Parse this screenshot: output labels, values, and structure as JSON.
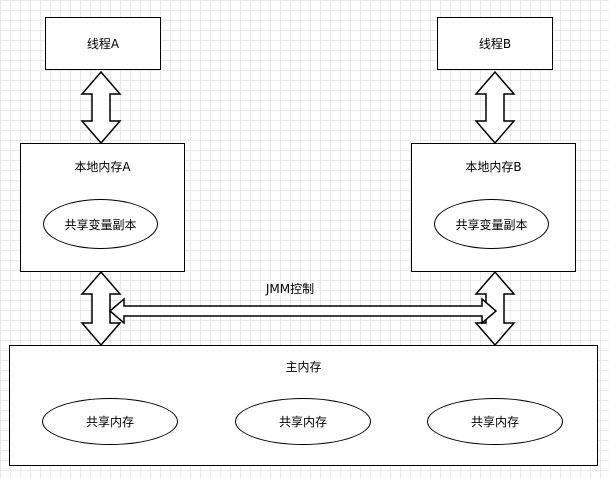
{
  "thread_a": {
    "label": "线程A"
  },
  "thread_b": {
    "label": "线程B"
  },
  "local_memory_a": {
    "label": "本地内存A",
    "copy_label": "共享变量副本"
  },
  "local_memory_b": {
    "label": "本地内存B",
    "copy_label": "共享变量副本"
  },
  "main_memory": {
    "label": "主内存",
    "shared_items": [
      "共享内存",
      "共享内存",
      "共享内存"
    ]
  },
  "jmm_label": "JMM控制"
}
